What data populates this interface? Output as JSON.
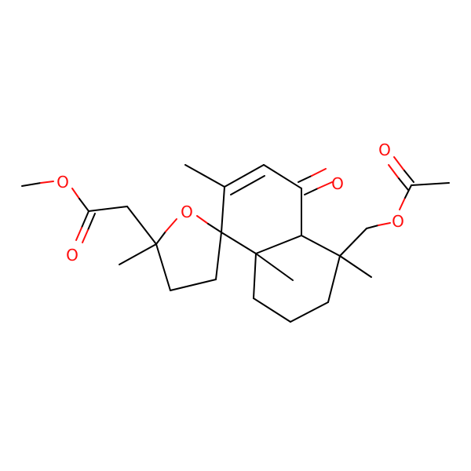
{
  "molecule": {
    "atoms": {
      "o_ester_methyl": "O",
      "o_ester_carbonyl": "O",
      "o_ring": "O",
      "o_ketone": "O",
      "o_acetate_ether": "O",
      "o_acetate_carbonyl": "O"
    }
  },
  "colors": {
    "carbon_bond": "#000000",
    "oxygen": "#ff0d0d",
    "background": "#ffffff"
  }
}
